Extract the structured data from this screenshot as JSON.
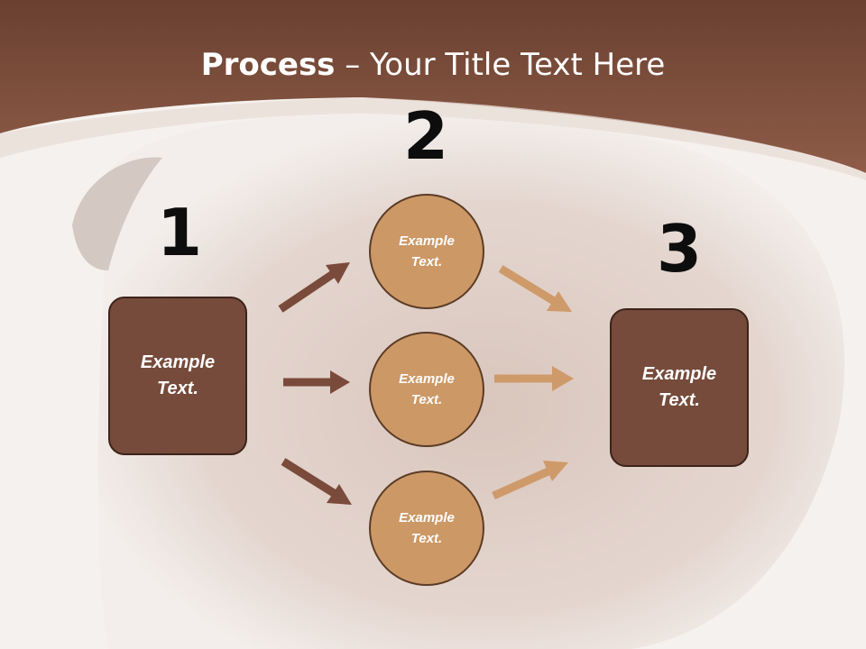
{
  "title": {
    "bold": "Process",
    "rest": " – Your Title Text Here"
  },
  "steps": {
    "one": "1",
    "two": "2",
    "three": "3"
  },
  "box_left": {
    "line1": "Example",
    "line2": "Text."
  },
  "box_right": {
    "line1": "Example",
    "line2": "Text."
  },
  "circles": [
    {
      "line1": "Example",
      "line2": "Text."
    },
    {
      "line1": "Example",
      "line2": "Text."
    },
    {
      "line1": "Example",
      "line2": "Text."
    }
  ],
  "colors": {
    "header": "#7d4f3c",
    "box": "#764b3b",
    "circle": "#cc9866",
    "arrow_dark": "#7a4a3a",
    "arrow_light": "#cf9a6a"
  }
}
